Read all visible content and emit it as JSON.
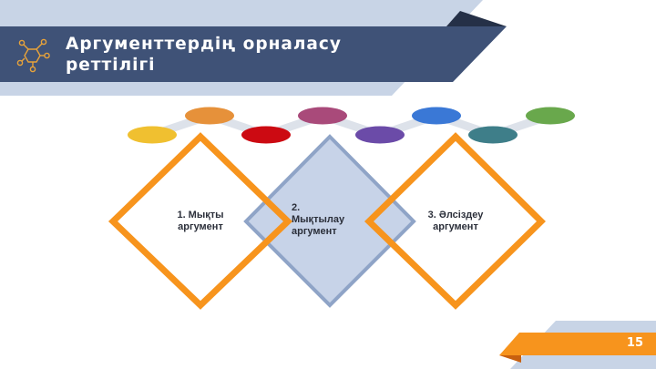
{
  "slide": {
    "title": "Аргументтердің орналасу реттілігі",
    "title_line1": "Аргументтердің орналасу",
    "title_line2": "реттілігі",
    "title_icon": "network-hub-icon",
    "page_number": "15"
  },
  "steps": [
    {
      "label_line1": "1. Мықты",
      "label_line2": "аргумент",
      "style": "orange-outline"
    },
    {
      "label_line1": "2.",
      "label_line2": "Мықтылау",
      "label_line3": "аргумент",
      "style": "blue-filled"
    },
    {
      "label_line1": "3. Әлсіздеу",
      "label_line2": "аргумент",
      "style": "orange-outline"
    }
  ],
  "timeline_dots": [
    {
      "color": "#F0C030"
    },
    {
      "color": "#E6913A"
    },
    {
      "color": "#CC0A12"
    },
    {
      "color": "#A94A7A"
    },
    {
      "color": "#6B4BA8"
    },
    {
      "color": "#3A78D6"
    },
    {
      "color": "#3E7E89"
    },
    {
      "color": "#69A84C"
    }
  ],
  "colors": {
    "header_dark": "#3F5277",
    "header_light": "#C8D4E6",
    "header_fold": "#253047",
    "accent_orange": "#F7941D",
    "diamond_fill": "#C7D3E8",
    "diamond_stroke": "#8FA4C7",
    "connector": "#DDE2EA"
  }
}
